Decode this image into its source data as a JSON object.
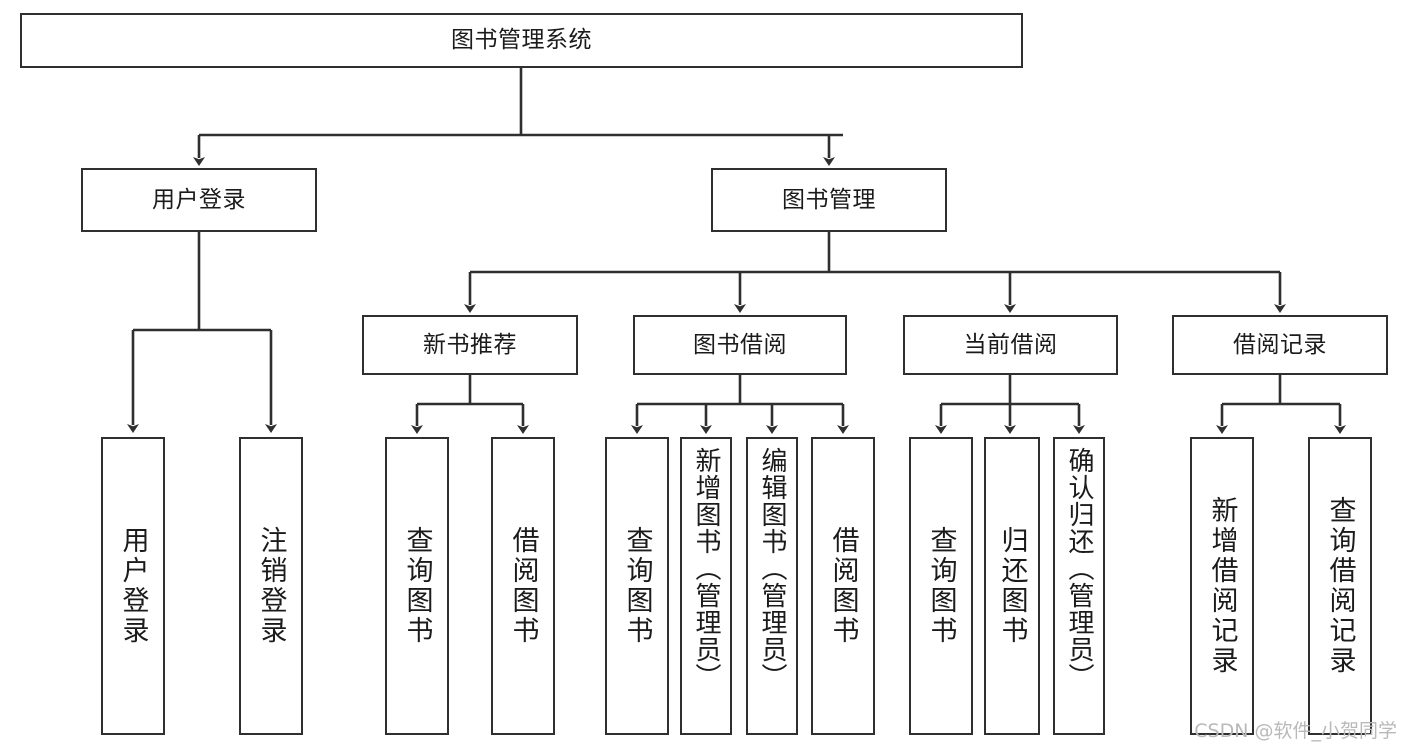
{
  "diagram": {
    "title": "图书管理系统",
    "type": "tree",
    "watermark": "CSDN @软件_小贺同学",
    "nodes": {
      "root": "图书管理系统",
      "level2": [
        {
          "label": "用户登录"
        },
        {
          "label": "图书管理"
        }
      ],
      "level3": [
        {
          "label": "新书推荐"
        },
        {
          "label": "图书借阅"
        },
        {
          "label": "当前借阅"
        },
        {
          "label": "借阅记录"
        }
      ],
      "leaves": [
        {
          "label": "用户登录",
          "parent": "用户登录"
        },
        {
          "label": "注销登录",
          "parent": "用户登录"
        },
        {
          "label": "查询图书",
          "parent": "新书推荐"
        },
        {
          "label": "借阅图书",
          "parent": "新书推荐"
        },
        {
          "label": "查询图书",
          "parent": "图书借阅"
        },
        {
          "label": "新增图书（管理员）",
          "parent": "图书借阅"
        },
        {
          "label": "编辑图书（管理员）",
          "parent": "图书借阅"
        },
        {
          "label": "借阅图书",
          "parent": "图书借阅"
        },
        {
          "label": "查询图书",
          "parent": "当前借阅"
        },
        {
          "label": "归还图书",
          "parent": "当前借阅"
        },
        {
          "label": "确认归还（管理员）",
          "parent": "当前借阅"
        },
        {
          "label": "新增借阅记录",
          "parent": "借阅记录"
        },
        {
          "label": "查询借阅记录",
          "parent": "借阅记录"
        }
      ]
    },
    "colors": {
      "border": "#2f2f2f",
      "background": "#ffffff",
      "text": "#1b1b1b",
      "watermark": "#b9b9b9"
    }
  }
}
